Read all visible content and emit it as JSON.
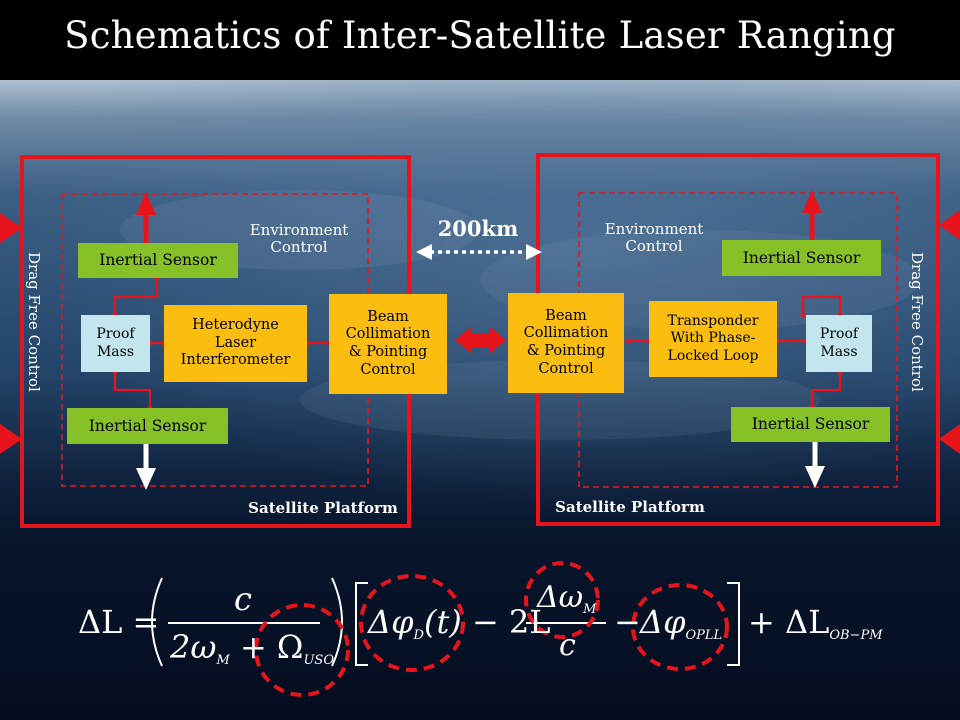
{
  "title": "Schematics of Inter-Satellite Laser Ranging",
  "left": {
    "drag_free": "Drag Free Control",
    "inertial_sensor_top": "Inertial Sensor",
    "inertial_sensor_bottom": "Inertial Sensor",
    "proof_mass": "Proof\nMass",
    "interferometer": "Heterodyne\nLaser\nInterferometer",
    "environment": "Environment\nControl",
    "beam": "Beam\nCollimation\n& Pointing\nControl",
    "platform": "Satellite Platform"
  },
  "distance": "200km",
  "right": {
    "drag_free": "Drag Free Control",
    "inertial_sensor_top": "Inertial Sensor",
    "inertial_sensor_bottom": "Inertial Sensor",
    "proof_mass": "Proof\nMass",
    "transponder": "Transponder\nWith Phase-\nLocked Loop",
    "environment": "Environment\nControl",
    "beam": "Beam\nCollimation\n& Pointing\nControl",
    "platform": "Satellite Platform"
  },
  "equation": {
    "lhs": "ΔL =",
    "numerator": "c",
    "denom_a": "2ω",
    "denom_a_sub": "M",
    "denom_plus": "+ Ω",
    "denom_b_sub": "USO",
    "term1": "Δφ",
    "term1_sub": "D",
    "term1_arg": "(t)",
    "minus_2L": "− 2L",
    "frac_num": "Δω",
    "frac_num_sub": "M",
    "frac_den": "c",
    "minus": "−",
    "term3": "Δφ",
    "term3_sub": "OPLL",
    "plus_dl": "+ ΔL",
    "plus_dl_sub": "OB−PM"
  },
  "colors": {
    "frame_red": "#e8141c",
    "green_box": "#86c127",
    "yellow_box": "#fbbd0f",
    "cyan_box": "#c3e6ee"
  }
}
